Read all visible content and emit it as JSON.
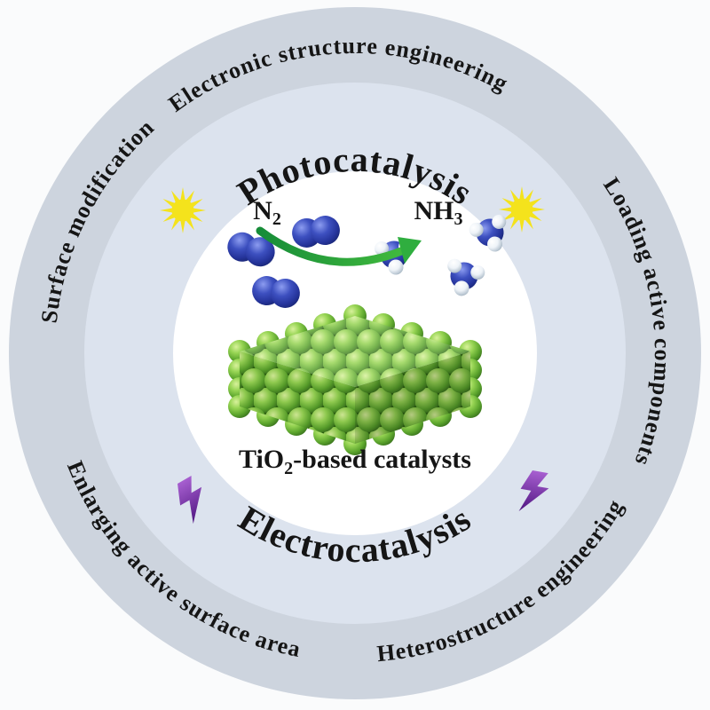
{
  "figure": {
    "type": "circular-concept-diagram",
    "outer_labels": {
      "top": "Electronic structure engineering",
      "left": "Surface modification",
      "right": "Loading active components",
      "bottom_left": "Enlarging active surface area",
      "bottom_right": "Heterostructure engineering"
    },
    "inner_labels": {
      "top": "Photocatalysis",
      "bottom": "Electrocatalysis"
    },
    "reaction": {
      "reactant_base": "N",
      "reactant_sub": "2",
      "product_base": "NH",
      "product_sub": "3"
    },
    "catalyst_label": {
      "pre": "TiO",
      "sub": "2",
      "post": "-based catalysts"
    },
    "icons": {
      "photocatalysis": "sun-icon",
      "electrocatalysis": "lightning-icon"
    },
    "colors": {
      "background": "#fafbfc",
      "outer_ring": "#cdd4de",
      "inner_ring": "#dce3ee",
      "center": "#ffffff",
      "text": "#151515",
      "sun": "#f4e31c",
      "lightning": "#7b2fa3",
      "nitrogen_sphere": "#2e3fa3",
      "hydrogen_sphere": "#e9eef4",
      "arrow": "#2fae3f",
      "catalyst_sphere": "#7cc142"
    }
  }
}
